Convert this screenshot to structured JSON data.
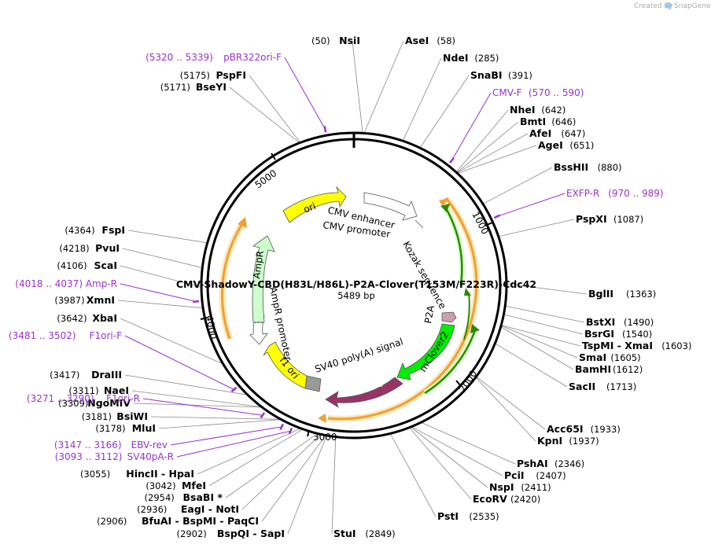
{
  "credit": {
    "text": "Created by",
    "brand": "SnapGene"
  },
  "map": {
    "title": "CMV-ShadowY-CBD(H83L/H86L)-P2A-Clover(T153M/F223R)-Cdc42",
    "length_label": "5489 bp",
    "tick_labels": [
      "1000",
      "2000",
      "3000",
      "4000",
      "5000"
    ]
  },
  "sites": [
    {
      "pos": "(50)",
      "name": "NsiI"
    },
    {
      "pos": "(58)",
      "name": "AseI"
    },
    {
      "pos": "(285)",
      "name": "NdeI"
    },
    {
      "pos": "(391)",
      "name": "SnaBI"
    },
    {
      "pos": "(642)",
      "name": "NheI"
    },
    {
      "pos": "(646)",
      "name": "BmtI"
    },
    {
      "pos": "(647)",
      "name": "AfeI"
    },
    {
      "pos": "(651)",
      "name": "AgeI"
    },
    {
      "pos": "(880)",
      "name": "BssHII"
    },
    {
      "pos": "(1087)",
      "name": "PspXI"
    },
    {
      "pos": "(1363)",
      "name": "BglII"
    },
    {
      "pos": "(1490)",
      "name": "BstXI"
    },
    {
      "pos": "(1540)",
      "name": "BsrGI"
    },
    {
      "pos": "(1603)",
      "name": "TspMI - XmaI"
    },
    {
      "pos": "(1605)",
      "name": "SmaI"
    },
    {
      "pos": "(1612)",
      "name": "BamHI"
    },
    {
      "pos": "(1713)",
      "name": "SacII"
    },
    {
      "pos": "(1933)",
      "name": "Acc65I"
    },
    {
      "pos": "(1937)",
      "name": "KpnI"
    },
    {
      "pos": "(2346)",
      "name": "PshAI"
    },
    {
      "pos": "(2407)",
      "name": "PciI"
    },
    {
      "pos": "(2411)",
      "name": "NspI"
    },
    {
      "pos": "(2420)",
      "name": "EcoRV"
    },
    {
      "pos": "(2535)",
      "name": "PstI"
    },
    {
      "pos": "(2849)",
      "name": "StuI"
    },
    {
      "pos": "(2902)",
      "name": "BspQI - SapI"
    },
    {
      "pos": "(2906)",
      "name": "BfuAI - BspMI - PaqCI"
    },
    {
      "pos": "(2936)",
      "name": "EagI - NotI"
    },
    {
      "pos": "(2954)",
      "name": "BsaBI *"
    },
    {
      "pos": "(3042)",
      "name": "MfeI"
    },
    {
      "pos": "(3055)",
      "name": "HincII - HpaI"
    },
    {
      "pos": "(3178)",
      "name": "MluI"
    },
    {
      "pos": "(3181)",
      "name": "BsiWI"
    },
    {
      "pos": "(3309)",
      "name": "NgoMIV"
    },
    {
      "pos": "(3311)",
      "name": "NaeI"
    },
    {
      "pos": "(3417)",
      "name": "DraIII"
    },
    {
      "pos": "(3642)",
      "name": "XbaI"
    },
    {
      "pos": "(3987)",
      "name": "XmnI"
    },
    {
      "pos": "(4106)",
      "name": "ScaI"
    },
    {
      "pos": "(4218)",
      "name": "PvuI"
    },
    {
      "pos": "(4364)",
      "name": "FspI"
    },
    {
      "pos": "(5171)",
      "name": "BseYI"
    },
    {
      "pos": "(5175)",
      "name": "PspFI"
    }
  ],
  "primers": [
    {
      "range": "(5320 .. 5339)",
      "name": "pBR322ori-F"
    },
    {
      "range": "(570 .. 590)",
      "name": "CMV-F"
    },
    {
      "range": "(970 .. 989)",
      "name": "EXFP-R"
    },
    {
      "range": "(4018 .. 4037)",
      "name": "Amp-R"
    },
    {
      "range": "(3481 .. 3502)",
      "name": "F1ori-F"
    },
    {
      "range": "(3271 .. 3290)",
      "name": "F1ori-R"
    },
    {
      "range": "(3147 .. 3166)",
      "name": "EBV-rev"
    },
    {
      "range": "(3093 .. 3112)",
      "name": "SV40pA-R"
    }
  ],
  "features": [
    {
      "name": "ori",
      "color": "#ffff00"
    },
    {
      "name": "CMV enhancer",
      "color": "#ffffff"
    },
    {
      "name": "CMV promoter",
      "color": "#ffffff"
    },
    {
      "name": "Kozak sequence",
      "color": "#ffffff"
    },
    {
      "name": "P2A",
      "color": "#c9a0b0"
    },
    {
      "name": "mClover2",
      "color": "#00ee00"
    },
    {
      "name": "Cdc42",
      "color": "#993366"
    },
    {
      "name": "SV40 poly(A) signal",
      "color": "#999999"
    },
    {
      "name": "f1 ori",
      "color": "#ffff00"
    },
    {
      "name": "AmpR promoter",
      "color": "#ffffff"
    },
    {
      "name": "AmpR",
      "color": "#ccffcc"
    }
  ]
}
